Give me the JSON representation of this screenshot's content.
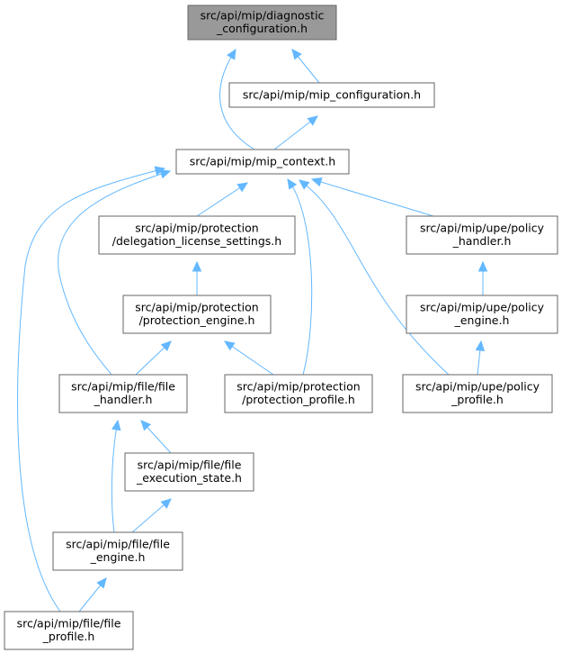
{
  "graph": {
    "nodes": [
      {
        "id": "diagnostic_configuration",
        "lines": [
          "src/api/mip/diagnostic",
          "_configuration.h"
        ],
        "highlight": true
      },
      {
        "id": "mip_configuration",
        "lines": [
          "src/api/mip/mip_configuration.h"
        ]
      },
      {
        "id": "mip_context",
        "lines": [
          "src/api/mip/mip_context.h"
        ]
      },
      {
        "id": "delegation_license_settings",
        "lines": [
          "src/api/mip/protection",
          "/delegation_license_settings.h"
        ]
      },
      {
        "id": "policy_handler",
        "lines": [
          "src/api/mip/upe/policy",
          "_handler.h"
        ]
      },
      {
        "id": "protection_engine",
        "lines": [
          "src/api/mip/protection",
          "/protection_engine.h"
        ]
      },
      {
        "id": "policy_engine",
        "lines": [
          "src/api/mip/upe/policy",
          "_engine.h"
        ]
      },
      {
        "id": "file_handler",
        "lines": [
          "src/api/mip/file/file",
          "_handler.h"
        ]
      },
      {
        "id": "protection_profile",
        "lines": [
          "src/api/mip/protection",
          "/protection_profile.h"
        ]
      },
      {
        "id": "policy_profile",
        "lines": [
          "src/api/mip/upe/policy",
          "_profile.h"
        ]
      },
      {
        "id": "file_execution_state",
        "lines": [
          "src/api/mip/file/file",
          "_execution_state.h"
        ]
      },
      {
        "id": "file_engine",
        "lines": [
          "src/api/mip/file/file",
          "_engine.h"
        ]
      },
      {
        "id": "file_profile",
        "lines": [
          "src/api/mip/file/file",
          "_profile.h"
        ]
      }
    ],
    "edges": [
      {
        "from": "mip_context",
        "to": "diagnostic_configuration"
      },
      {
        "from": "mip_configuration",
        "to": "diagnostic_configuration"
      },
      {
        "from": "mip_context",
        "to": "mip_configuration"
      },
      {
        "from": "delegation_license_settings",
        "to": "mip_context"
      },
      {
        "from": "policy_handler",
        "to": "mip_context"
      },
      {
        "from": "file_handler",
        "to": "mip_context"
      },
      {
        "from": "protection_profile",
        "to": "mip_context"
      },
      {
        "from": "policy_profile",
        "to": "mip_context"
      },
      {
        "from": "file_profile",
        "to": "mip_context"
      },
      {
        "from": "protection_engine",
        "to": "delegation_license_settings"
      },
      {
        "from": "policy_engine",
        "to": "policy_handler"
      },
      {
        "from": "file_handler",
        "to": "protection_engine"
      },
      {
        "from": "protection_profile",
        "to": "protection_engine"
      },
      {
        "from": "policy_profile",
        "to": "policy_engine"
      },
      {
        "from": "file_execution_state",
        "to": "file_handler"
      },
      {
        "from": "file_engine",
        "to": "file_handler"
      },
      {
        "from": "file_engine",
        "to": "file_execution_state"
      },
      {
        "from": "file_profile",
        "to": "file_engine"
      }
    ]
  },
  "colors": {
    "edge": "#63b8ff",
    "node_border": "#666666",
    "node_fill": "#ffffff",
    "highlight_fill": "#999999",
    "text": "#000000"
  }
}
